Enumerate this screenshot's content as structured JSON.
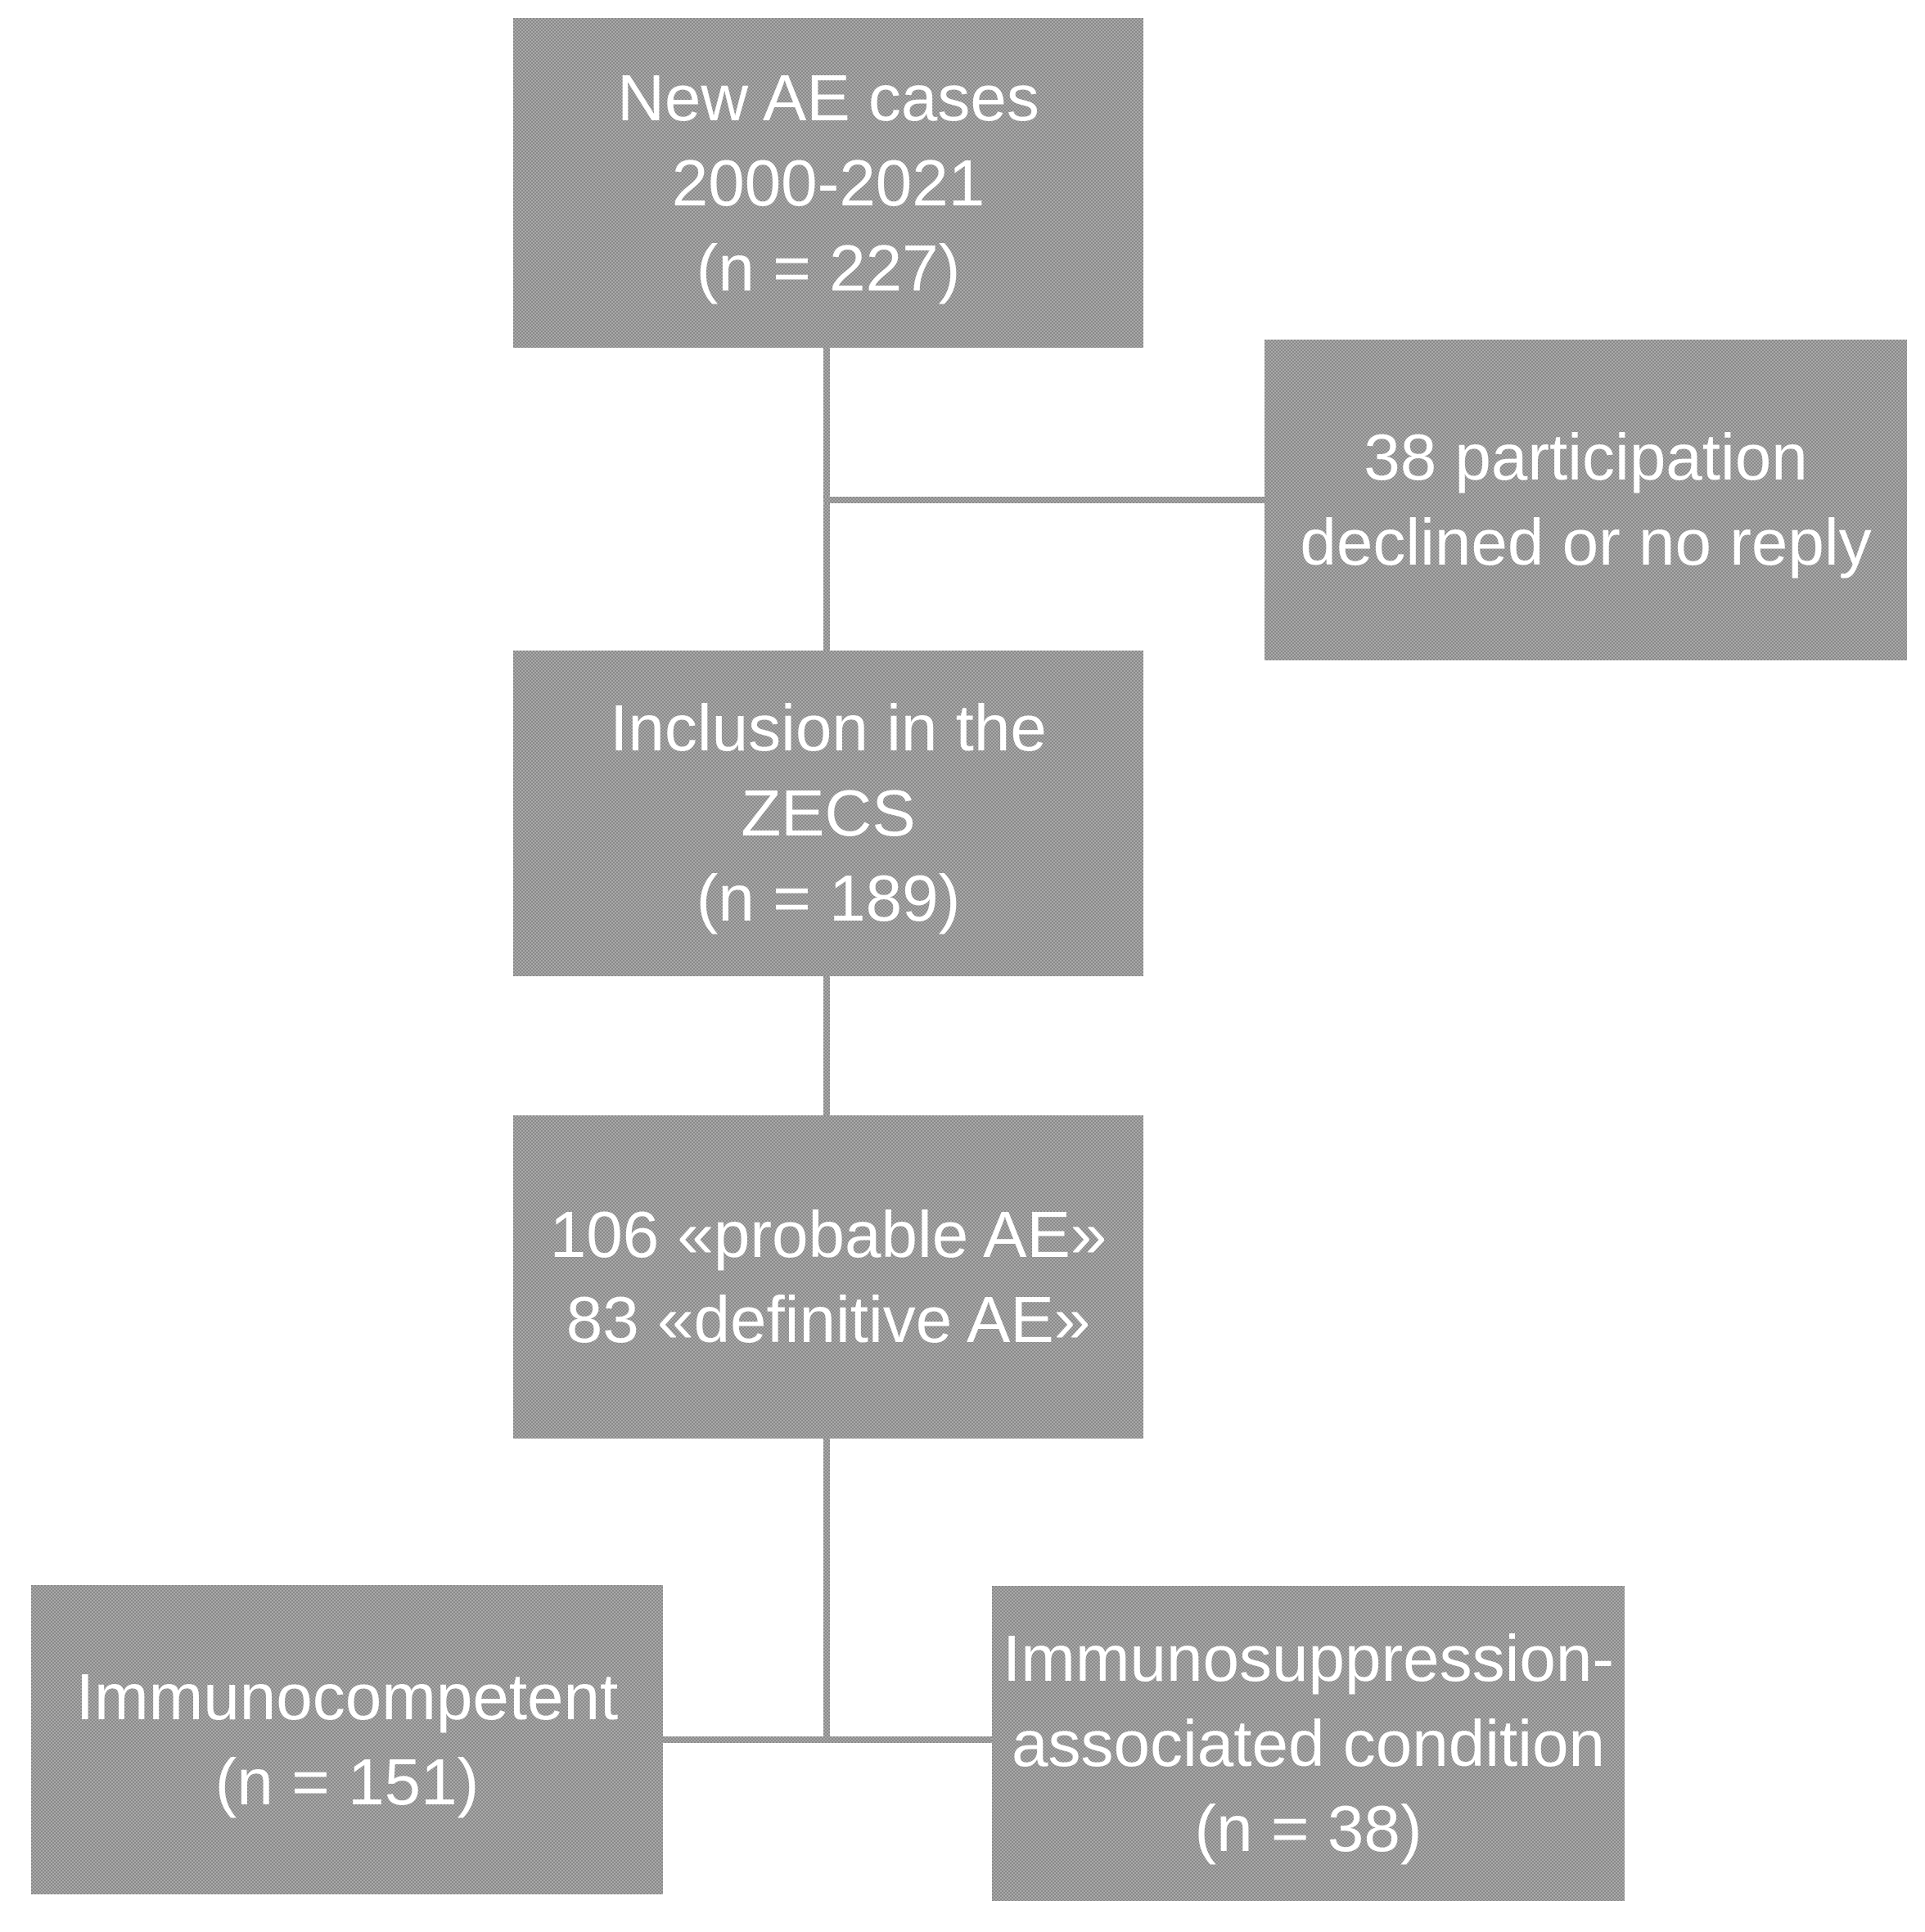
{
  "diagram": {
    "type": "flowchart",
    "colors": {
      "background": "#ffffff",
      "box_fill": "#999999",
      "box_text": "#ffffff",
      "connector": "#999999"
    },
    "boxes": [
      {
        "id": "new-ae-cases",
        "lines": [
          "New AE cases",
          "2000-2021",
          "(n = 227)"
        ]
      },
      {
        "id": "participation-declined",
        "lines": [
          "38 participation",
          "declined or no reply"
        ]
      },
      {
        "id": "zecs-inclusion",
        "lines": [
          "Inclusion in the",
          "ZECS",
          "(n = 189)"
        ]
      },
      {
        "id": "ae-classification",
        "lines": [
          "106 «probable AE»",
          "83 «definitive AE»"
        ]
      },
      {
        "id": "immunocompetent",
        "lines": [
          "Immunocompetent",
          "(n = 151)"
        ]
      },
      {
        "id": "immunosuppression",
        "lines": [
          "Immunosuppression-",
          "associated condition",
          "(n = 38)"
        ]
      }
    ]
  }
}
